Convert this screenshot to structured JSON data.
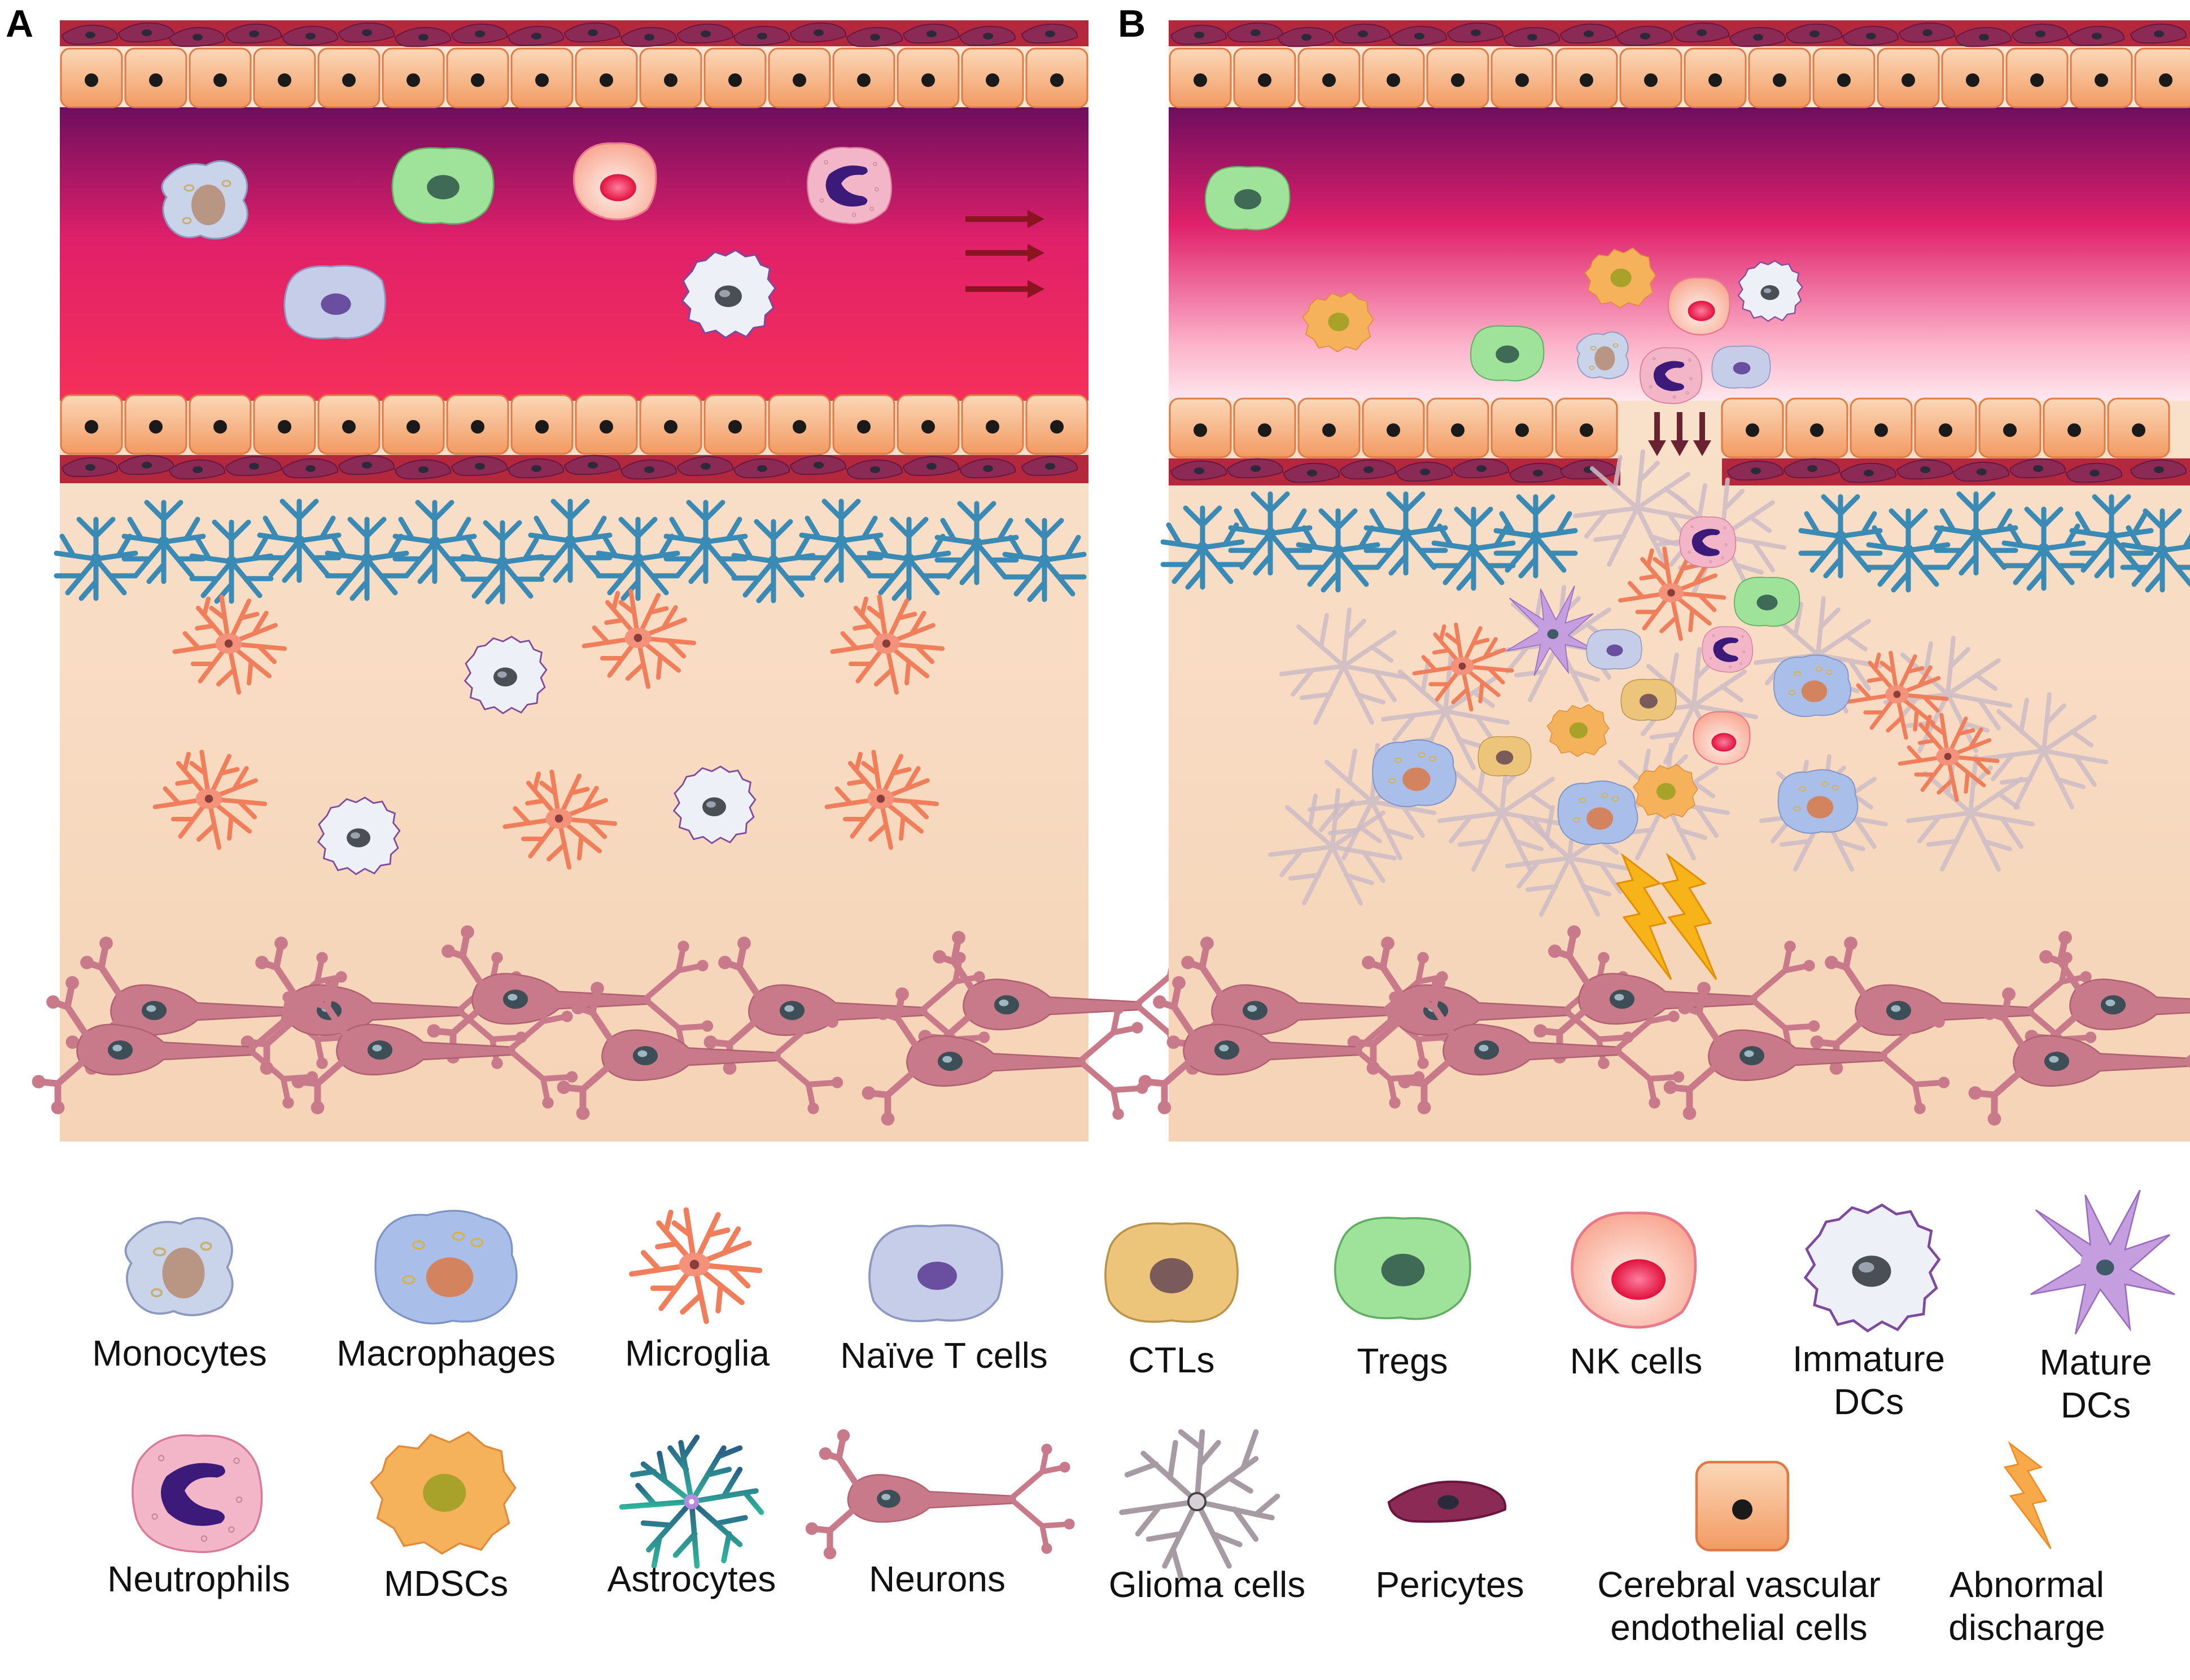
{
  "panels": [
    {
      "letter": "A"
    },
    {
      "letter": "B"
    }
  ],
  "legend": [
    {
      "label": "Monocytes",
      "icon": "monocyte-icon"
    },
    {
      "label": "Macrophages",
      "icon": "macrophage-icon"
    },
    {
      "label": "Microglia",
      "icon": "microglia-icon"
    },
    {
      "label": "Naïve T cells",
      "icon": "naive-t-cell-icon"
    },
    {
      "label": "CTLs",
      "icon": "ctl-icon"
    },
    {
      "label": "Tregs",
      "icon": "treg-icon"
    },
    {
      "label": "NK cells",
      "icon": "nk-cell-icon"
    },
    {
      "label": "Immature\nDCs",
      "icon": "immature-dc-icon"
    },
    {
      "label": "Mature\nDCs",
      "icon": "mature-dc-icon"
    },
    {
      "label": "Neutrophils",
      "icon": "neutrophil-icon"
    },
    {
      "label": "MDSCs",
      "icon": "mdsc-icon"
    },
    {
      "label": "Astrocytes",
      "icon": "astrocyte-icon"
    },
    {
      "label": "Neurons",
      "icon": "neuron-icon"
    },
    {
      "label": "Glioma cells",
      "icon": "glioma-cell-icon"
    },
    {
      "label": "Pericytes",
      "icon": "pericyte-icon"
    },
    {
      "label": "Cerebral vascular\nendothelial cells",
      "icon": "endothelial-cell-icon"
    },
    {
      "label": "Abnormal\ndischarge",
      "icon": "lightning-icon"
    }
  ],
  "colors": {
    "vessel_top": "#7a1060",
    "vessel_mid": "#f0285a",
    "vessel_light": "#ffd6e3",
    "tissue": "#f7dfc6",
    "endothelial": "#f6b98a",
    "pericyte": "#8b1d4f",
    "astrocyte": "#2f86b0",
    "microglia": "#f08a6a",
    "neuron": "#c97a8a",
    "glioma": "#b9a6b4"
  }
}
